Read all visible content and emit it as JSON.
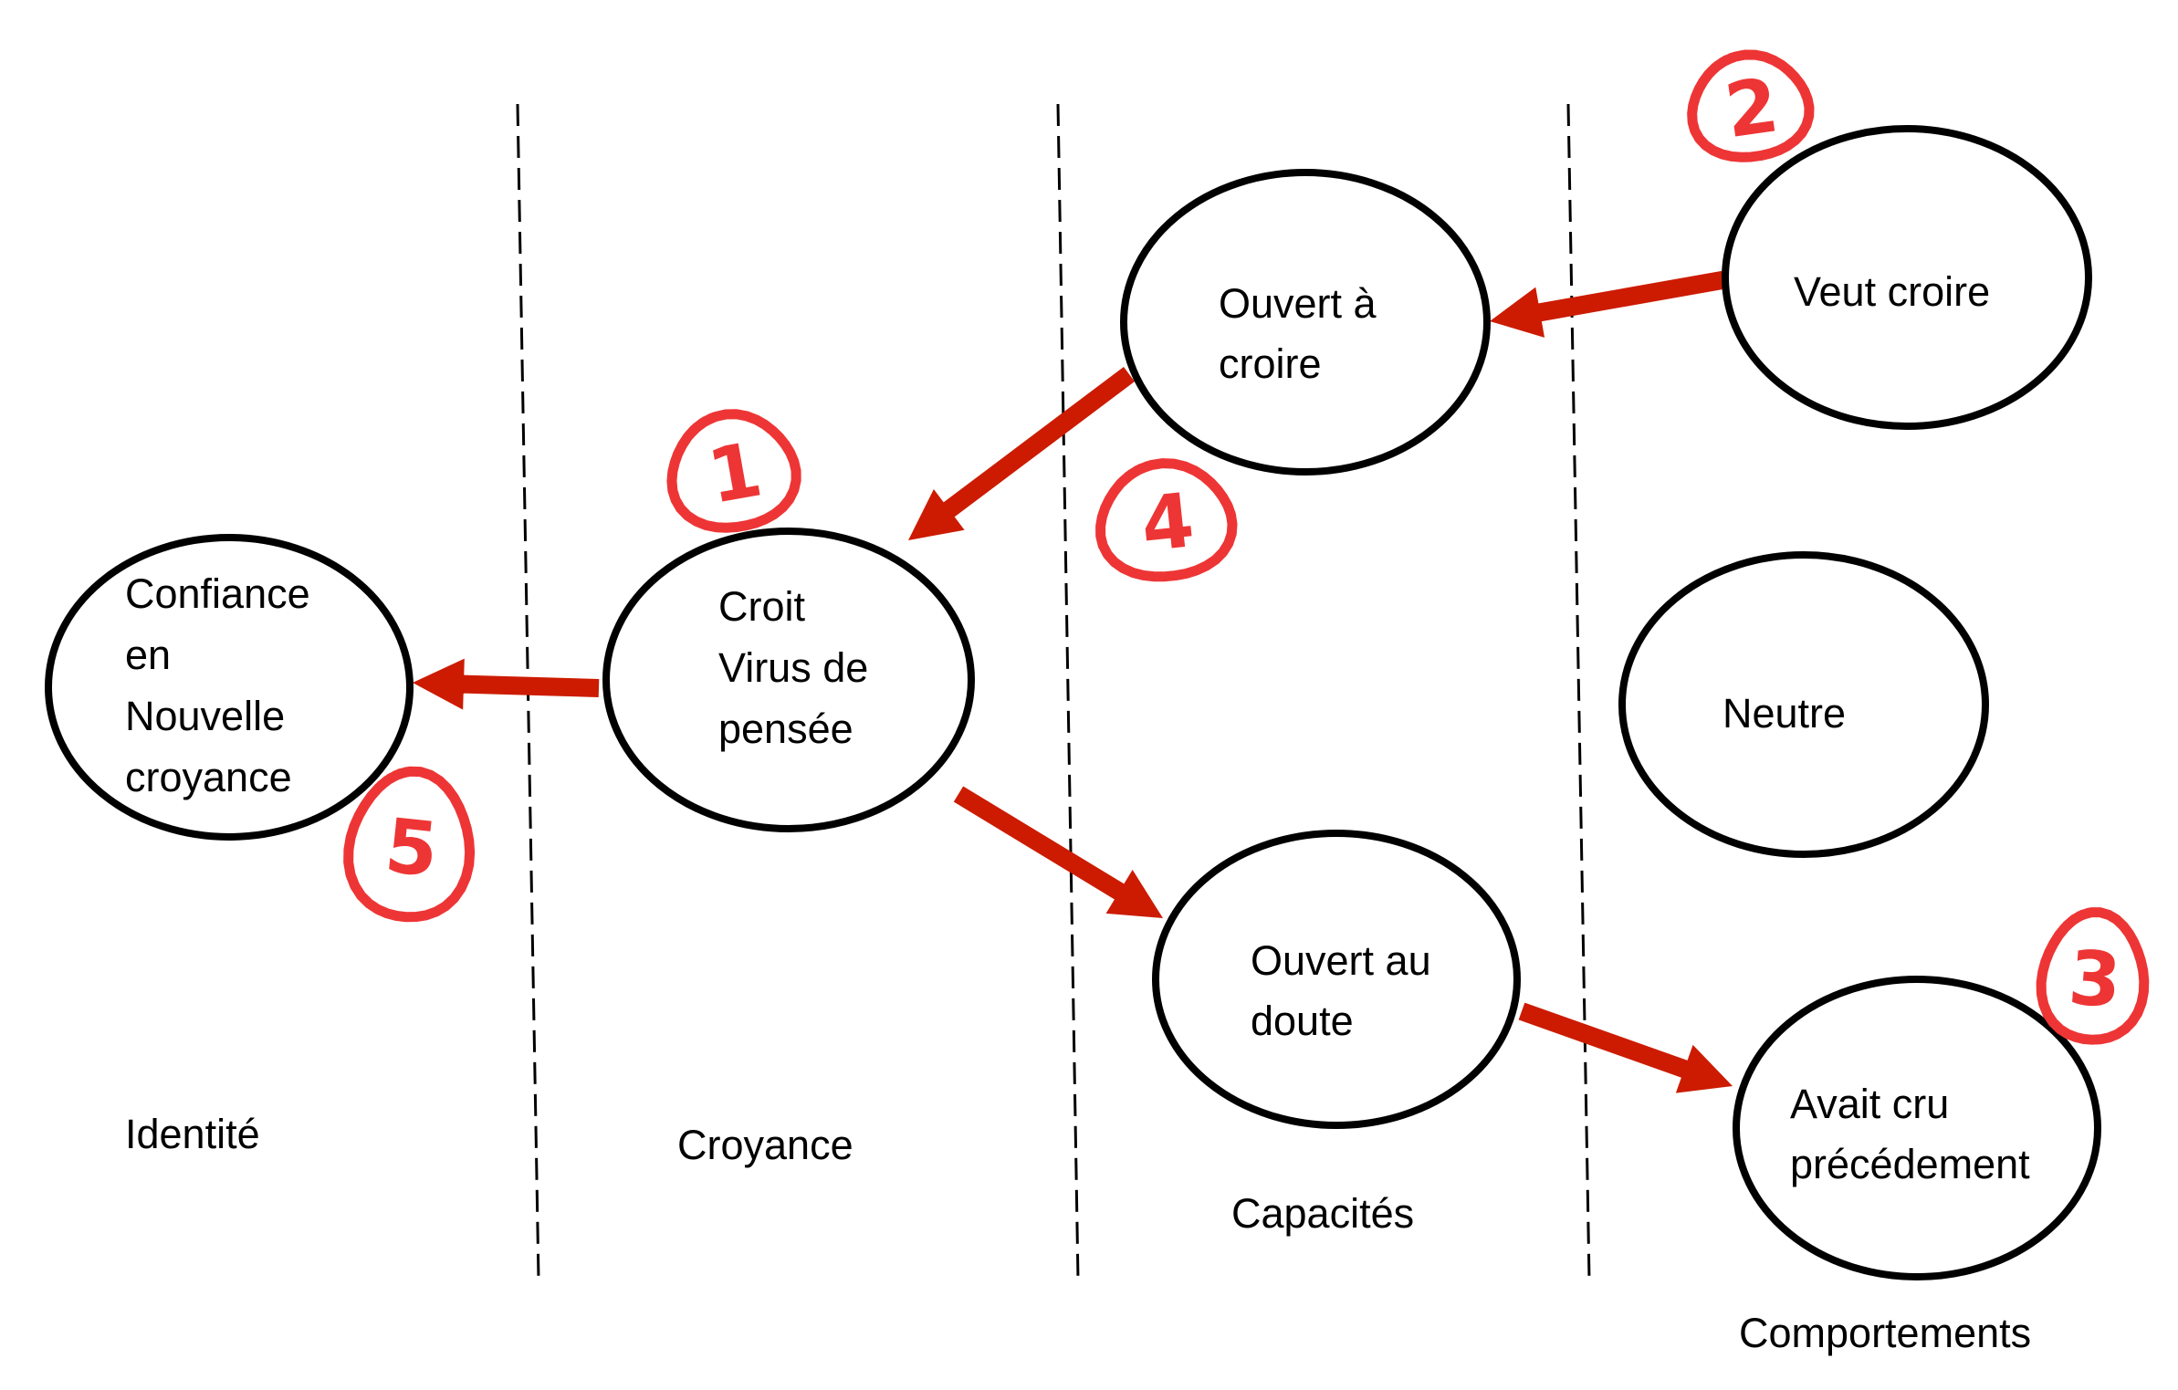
{
  "diagram": {
    "columns": [
      {
        "id": "identite",
        "label": "Identité"
      },
      {
        "id": "croyance",
        "label": "Croyance"
      },
      {
        "id": "capacites",
        "label": "Capacités"
      },
      {
        "id": "comportements",
        "label": "Comportements"
      }
    ],
    "nodes": [
      {
        "id": "confiance",
        "column": "identite",
        "lines": [
          "Confiance",
          "en",
          "Nouvelle",
          "croyance"
        ]
      },
      {
        "id": "croit",
        "column": "croyance",
        "lines": [
          "Croit",
          "Virus de",
          "pensée"
        ]
      },
      {
        "id": "ouvert-croire",
        "column": "capacites",
        "lines": [
          "Ouvert à",
          "croire"
        ]
      },
      {
        "id": "ouvert-doute",
        "column": "capacites",
        "lines": [
          "Ouvert au",
          "doute"
        ]
      },
      {
        "id": "veut-croire",
        "column": "comportements",
        "lines": [
          "Veut croire"
        ]
      },
      {
        "id": "neutre",
        "column": "comportements",
        "lines": [
          "Neutre"
        ]
      },
      {
        "id": "avait-cru",
        "column": "comportements",
        "lines": [
          "Avait cru",
          "précédement"
        ]
      }
    ],
    "edges": [
      {
        "from": "veut-croire",
        "to": "ouvert-croire"
      },
      {
        "from": "ouvert-croire",
        "to": "croit"
      },
      {
        "from": "croit",
        "to": "confiance"
      },
      {
        "from": "croit",
        "to": "ouvert-doute"
      },
      {
        "from": "ouvert-doute",
        "to": "avait-cru"
      }
    ],
    "step_markers": [
      {
        "number": "1",
        "near": "croit"
      },
      {
        "number": "2",
        "near": "veut-croire"
      },
      {
        "number": "3",
        "near": "avait-cru"
      },
      {
        "number": "4",
        "near": "ouvert-croire"
      },
      {
        "number": "5",
        "near": "confiance"
      }
    ],
    "colors": {
      "arrow": "#cc1b00",
      "step_marker": "#ee3535",
      "node_stroke": "#000000"
    }
  }
}
